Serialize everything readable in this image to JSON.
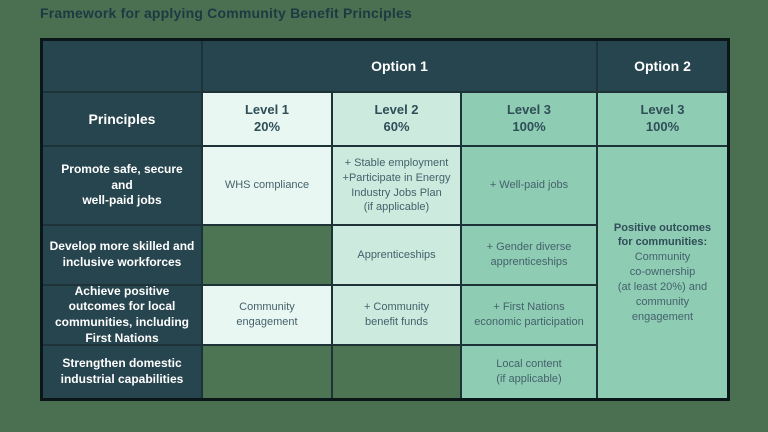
{
  "palette": {
    "page_background": "#4a7051",
    "header_dark_teal": "#27454e",
    "level1_bg": "#e9f7f2",
    "level2_bg": "#cceade",
    "level3_bg": "#8fccb4",
    "empty_cell_bg": "#4d7453",
    "grid_line": "#1e3338",
    "outer_border": "#0b1619",
    "title_color": "#1d3a43",
    "cell_text": "#44626b",
    "header_text": "#ffffff"
  },
  "title": "Framework for applying Community Benefit Principles",
  "table": {
    "col_headers": {
      "option1": "Option 1",
      "option2": "Option 2",
      "principles": "Principles",
      "levels": [
        "Level 1\n20%",
        "Level 2\n60%",
        "Level 3\n100%",
        "Level 3\n100%"
      ]
    },
    "rows": [
      {
        "principle": "Promote safe, secure and\nwell-paid jobs",
        "cells": [
          "WHS compliance",
          "+ Stable employment\n+Participate in Energy\nIndustry Jobs Plan\n(if applicable)",
          "+ Well-paid jobs"
        ]
      },
      {
        "principle": "Develop more skilled and\ninclusive workforces",
        "cells": [
          "",
          "Apprenticeships",
          "+ Gender diverse\napprenticeships"
        ]
      },
      {
        "principle": "Achieve positive\noutcomes for local\ncommunities, including\nFirst Nations",
        "cells": [
          "Community\nengagement",
          "+ Community\nbenefit funds",
          "+ First Nations\neconomic participation"
        ]
      },
      {
        "principle": "Strengthen domestic\nindustrial capabilities",
        "cells": [
          "",
          "",
          "Local content\n(if applicable)"
        ]
      }
    ],
    "option2_cell": {
      "heading": "Positive outcomes\nfor communities:",
      "body": "Community\nco-ownership\n(at least 20%) and\ncommunity engagement"
    }
  }
}
